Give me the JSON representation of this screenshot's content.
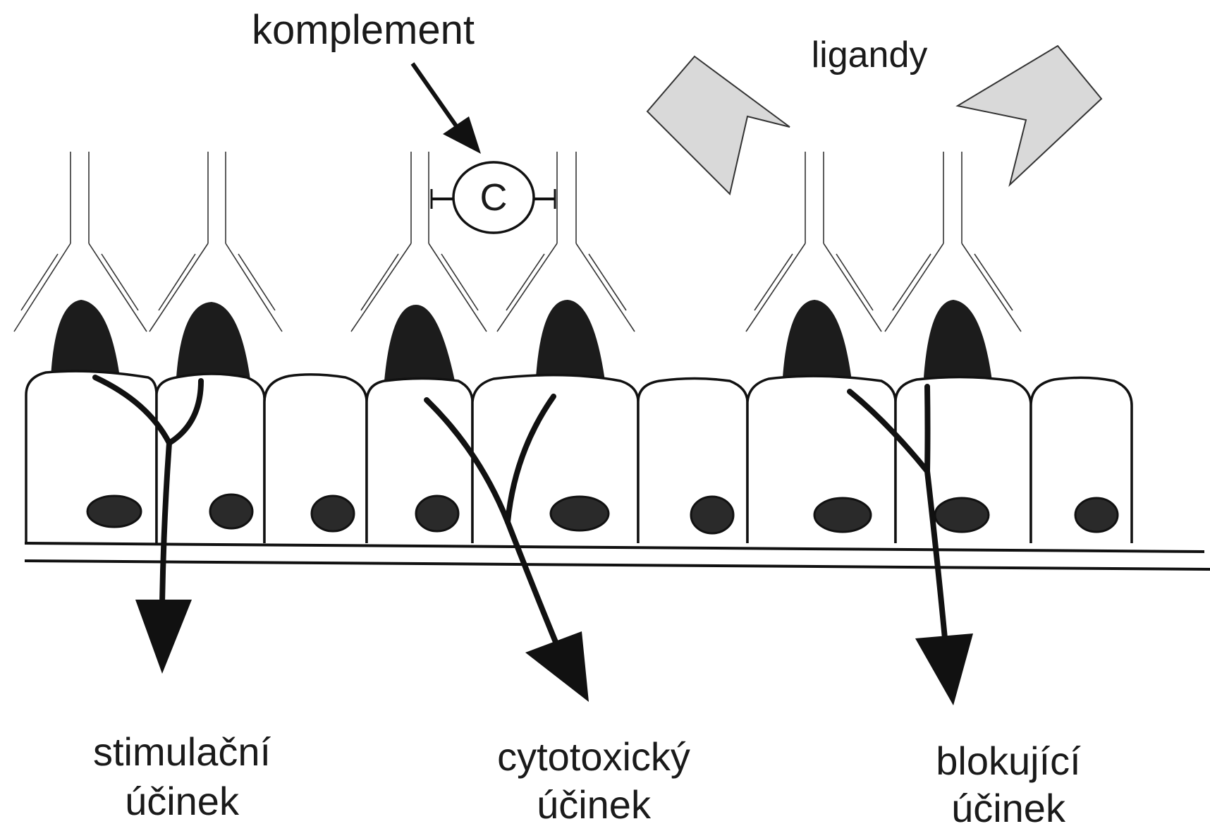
{
  "labels": {
    "complement": "komplement",
    "ligands": "ligandy",
    "complement_symbol": "C",
    "effect_stimulating_line1": "stimulační",
    "effect_stimulating_line2": "účinek",
    "effect_cytotoxic_line1": "cytotoxický",
    "effect_cytotoxic_line2": "účinek",
    "effect_blocking_line1": "blokující",
    "effect_blocking_line2": "účinek"
  },
  "colors": {
    "line": "#111111",
    "receptor": "#1c1c1c",
    "ligand": "#d9d9d9"
  }
}
